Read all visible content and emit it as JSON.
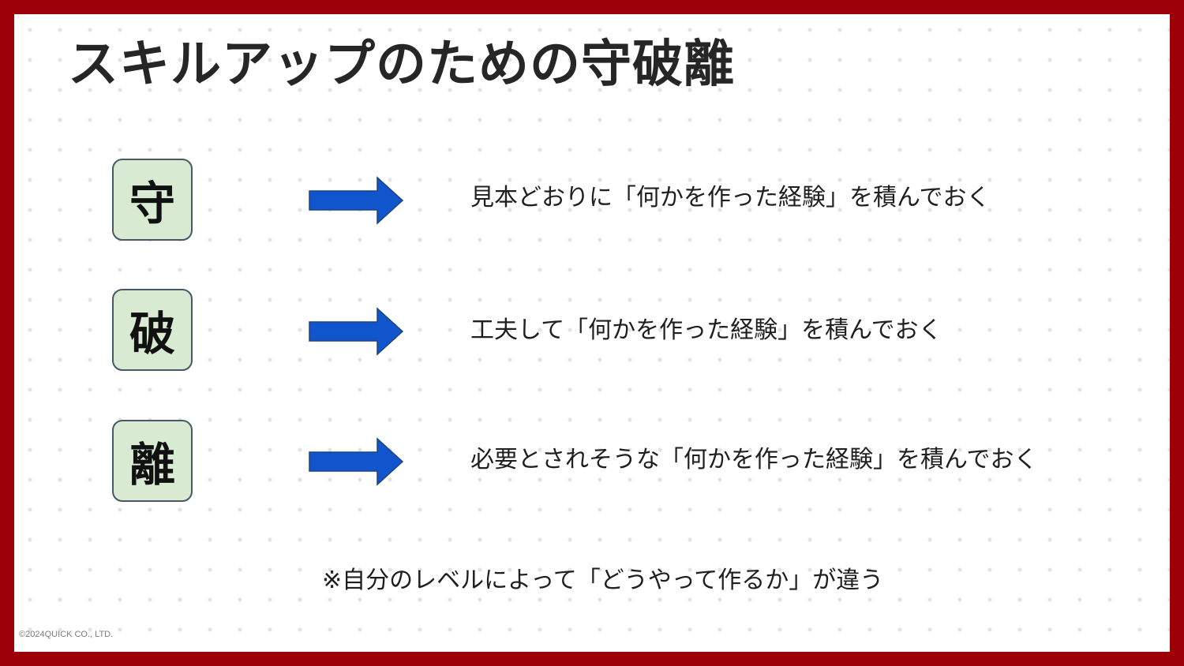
{
  "title": "スキルアップのための守破離",
  "rows": [
    {
      "kanji": "守",
      "text": "見本どおりに「何かを作った経験」を積んでおく"
    },
    {
      "kanji": "破",
      "text": "工夫して「何かを作った経験」を積んでおく"
    },
    {
      "kanji": "離",
      "text": "必要とされそうな「何かを作った経験」を積んでおく"
    }
  ],
  "note": "※自分のレベルによって「どうやって作るか」が違う",
  "copyright": "©2024QUICK CO., LTD.",
  "colors": {
    "frame": "#9e0008",
    "kanji_box_fill": "#d9ead3",
    "kanji_box_border": "#4a5768",
    "arrow_fill": "#1155cc",
    "arrow_stroke": "#1c4587"
  },
  "icons": {
    "row_arrow": "right-arrow-icon"
  }
}
